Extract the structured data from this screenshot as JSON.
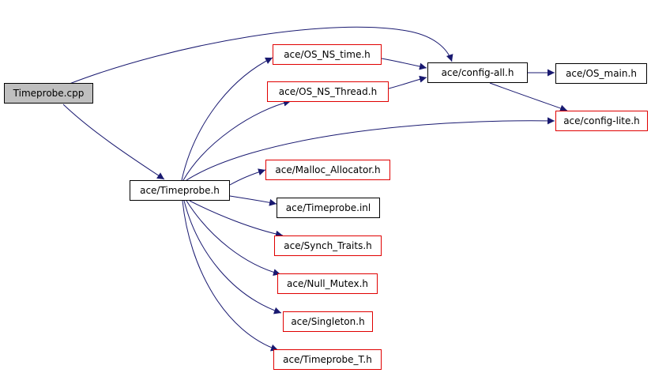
{
  "colors": {
    "edge": "#191970",
    "red_border": "#e00000",
    "black_border": "#000000",
    "root_fill": "#bfbfbf"
  },
  "nodes": {
    "timeprobe_cpp": {
      "label": "Timeprobe.cpp"
    },
    "os_ns_time_h": {
      "label": "ace/OS_NS_time.h"
    },
    "os_ns_thread_h": {
      "label": "ace/OS_NS_Thread.h"
    },
    "config_all_h": {
      "label": "ace/config-all.h"
    },
    "os_main_h": {
      "label": "ace/OS_main.h"
    },
    "config_lite_h": {
      "label": "ace/config-lite.h"
    },
    "timeprobe_h": {
      "label": "ace/Timeprobe.h"
    },
    "malloc_allocator_h": {
      "label": "ace/Malloc_Allocator.h"
    },
    "timeprobe_inl": {
      "label": "ace/Timeprobe.inl"
    },
    "synch_traits_h": {
      "label": "ace/Synch_Traits.h"
    },
    "null_mutex_h": {
      "label": "ace/Null_Mutex.h"
    },
    "singleton_h": {
      "label": "ace/Singleton.h"
    },
    "timeprobe_t_h": {
      "label": "ace/Timeprobe_T.h"
    }
  },
  "edges": [
    [
      "timeprobe_cpp",
      "config_all_h"
    ],
    [
      "timeprobe_cpp",
      "timeprobe_h"
    ],
    [
      "os_ns_time_h",
      "config_all_h"
    ],
    [
      "os_ns_thread_h",
      "config_all_h"
    ],
    [
      "config_all_h",
      "os_main_h"
    ],
    [
      "config_all_h",
      "config_lite_h"
    ],
    [
      "timeprobe_h",
      "os_ns_time_h"
    ],
    [
      "timeprobe_h",
      "os_ns_thread_h"
    ],
    [
      "timeprobe_h",
      "config_lite_h"
    ],
    [
      "timeprobe_h",
      "malloc_allocator_h"
    ],
    [
      "timeprobe_h",
      "timeprobe_inl"
    ],
    [
      "timeprobe_h",
      "synch_traits_h"
    ],
    [
      "timeprobe_h",
      "null_mutex_h"
    ],
    [
      "timeprobe_h",
      "singleton_h"
    ],
    [
      "timeprobe_h",
      "timeprobe_t_h"
    ]
  ]
}
